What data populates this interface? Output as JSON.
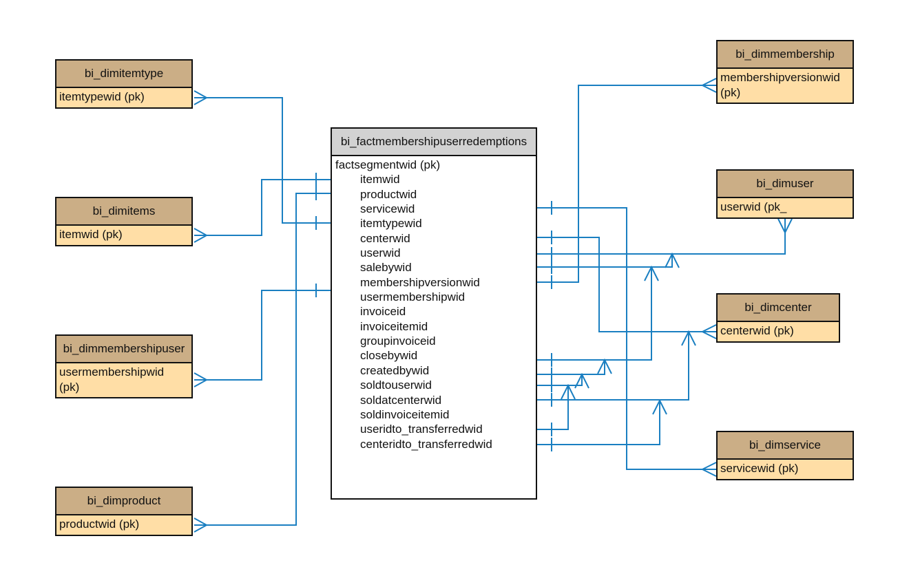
{
  "fact": {
    "title": "bi_factmembershipuserredemptions",
    "pk": "factsegmentwid (pk)",
    "fields": [
      "itemwid",
      "productwid",
      "servicewid",
      "itemtypewid",
      "centerwid",
      "userwid",
      "salebywid",
      "membershipversionwid",
      "usermembershipwid",
      "invoiceid",
      "invoiceitemid",
      "groupinvoiceid",
      "closebywid",
      "createdbywid",
      "soldtouserwid",
      "soldatcenterwid",
      "soldinvoiceitemid",
      "useridto_transferredwid",
      "centeridto_transferredwid"
    ]
  },
  "dimitemtype": {
    "title": "bi_dimitemtype",
    "key": "itemtypewid (pk)"
  },
  "dimitems": {
    "title": "bi_dimitems",
    "key": "itemwid (pk)"
  },
  "dimmembershipuser": {
    "title": "bi_dimmembershipuser",
    "key": "usermembershipwid (pk)"
  },
  "dimproduct": {
    "title": "bi_dimproduct",
    "key": "productwid (pk)"
  },
  "dimmembership": {
    "title": "bi_dimmembership",
    "key": "membershipversionwid (pk)"
  },
  "dimuser": {
    "title": "bi_dimuser",
    "key": "userwid (pk_"
  },
  "dimcenter": {
    "title": "bi_dimcenter",
    "key": "centerwid (pk)"
  },
  "dimservice": {
    "title": "bi_dimservice",
    "key": "servicewid (pk)"
  },
  "colors": {
    "line": "#1a7fc1",
    "entity_header": "#cbae86",
    "entity_body": "#ffdea6",
    "fact_header": "#d2d2d2"
  }
}
